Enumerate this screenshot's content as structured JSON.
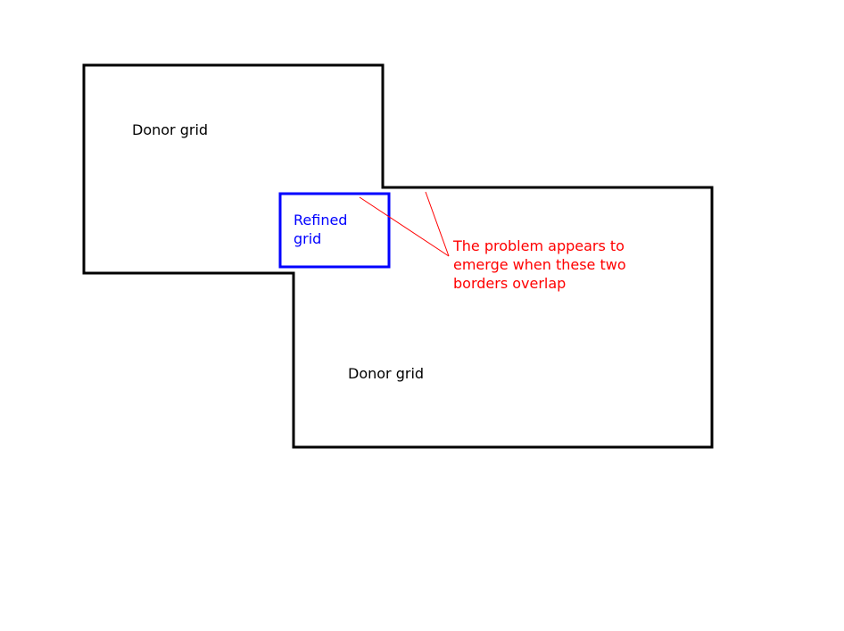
{
  "labels": {
    "donor_grid_1": "Donor grid",
    "donor_grid_2": "Donor grid",
    "refined_grid_line1": "Refined",
    "refined_grid_line2": "grid",
    "annotation_line1": "The problem appears to",
    "annotation_line2": "emerge when these two",
    "annotation_line3": "borders overlap"
  },
  "colors": {
    "donor": "#000000",
    "refined": "#0000ff",
    "annotation": "#ff0000"
  }
}
